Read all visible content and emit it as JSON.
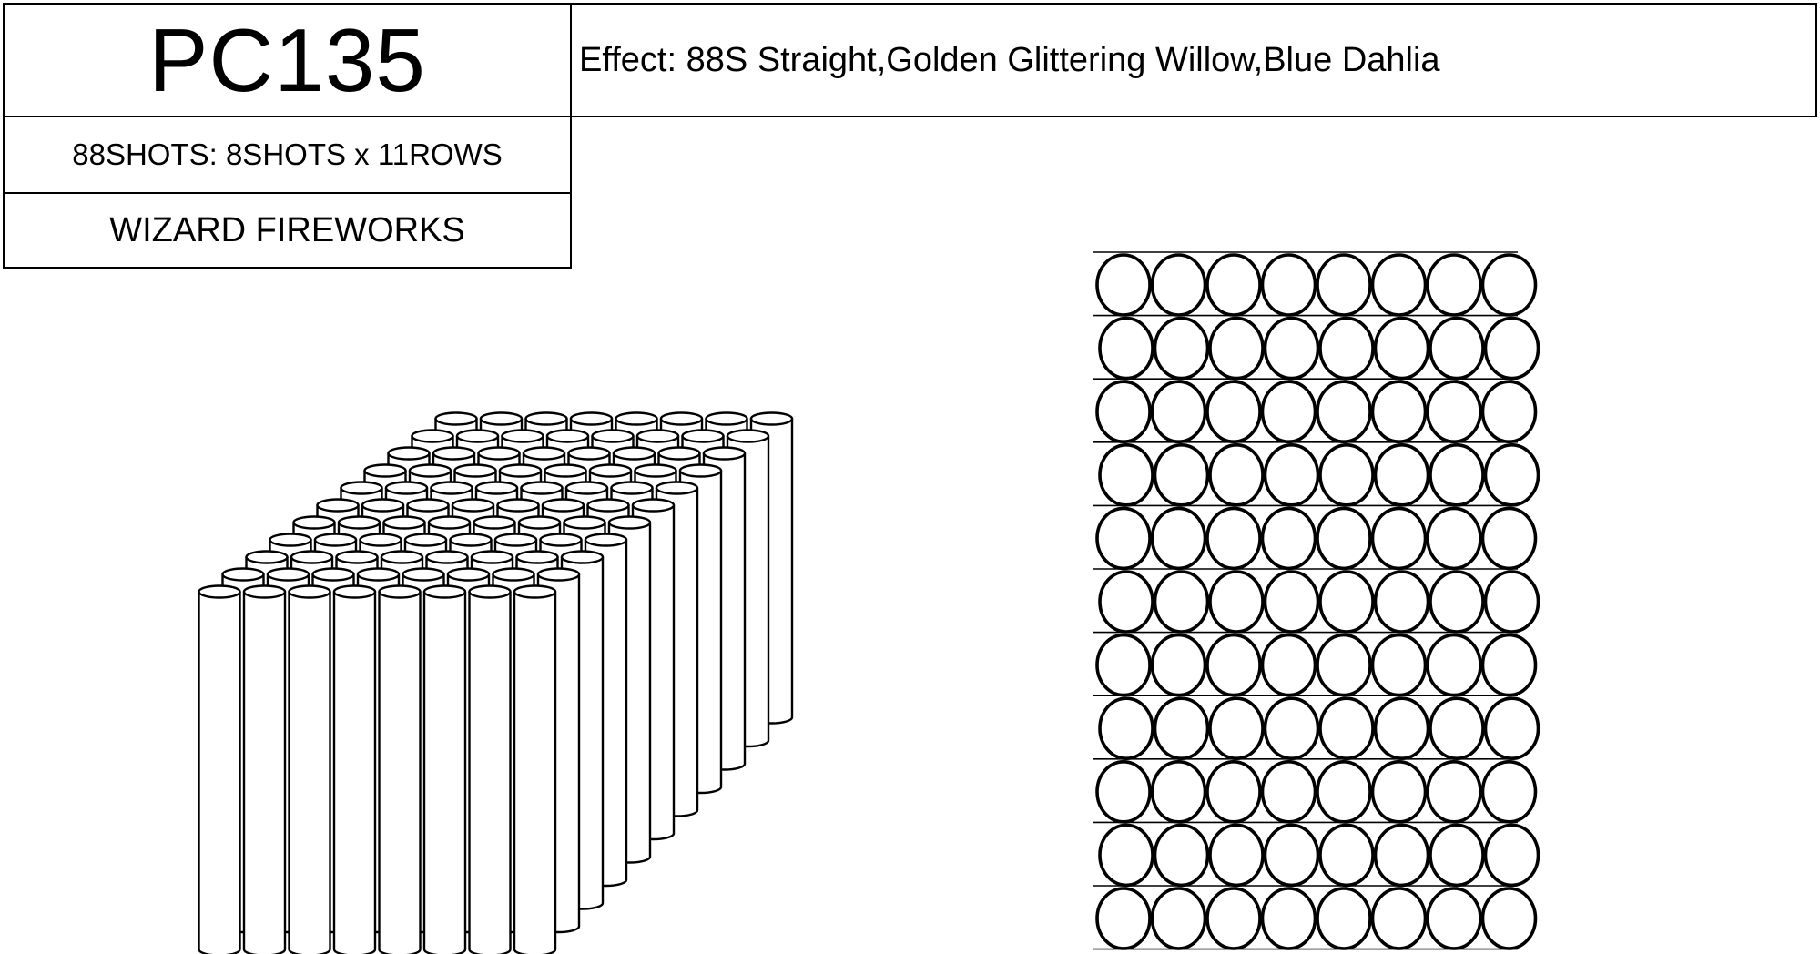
{
  "product": {
    "code": "PC135",
    "effect": "Effect: 88S Straight,Golden Glittering Willow,Blue Dahlia",
    "shots": "88SHOTS: 8SHOTS x 11ROWS",
    "brand": "WIZARD FIREWORKS"
  },
  "layout_diagram": {
    "columns": 8,
    "rows": 11,
    "stroke_color": "#000000",
    "fill_color": "#ffffff"
  }
}
